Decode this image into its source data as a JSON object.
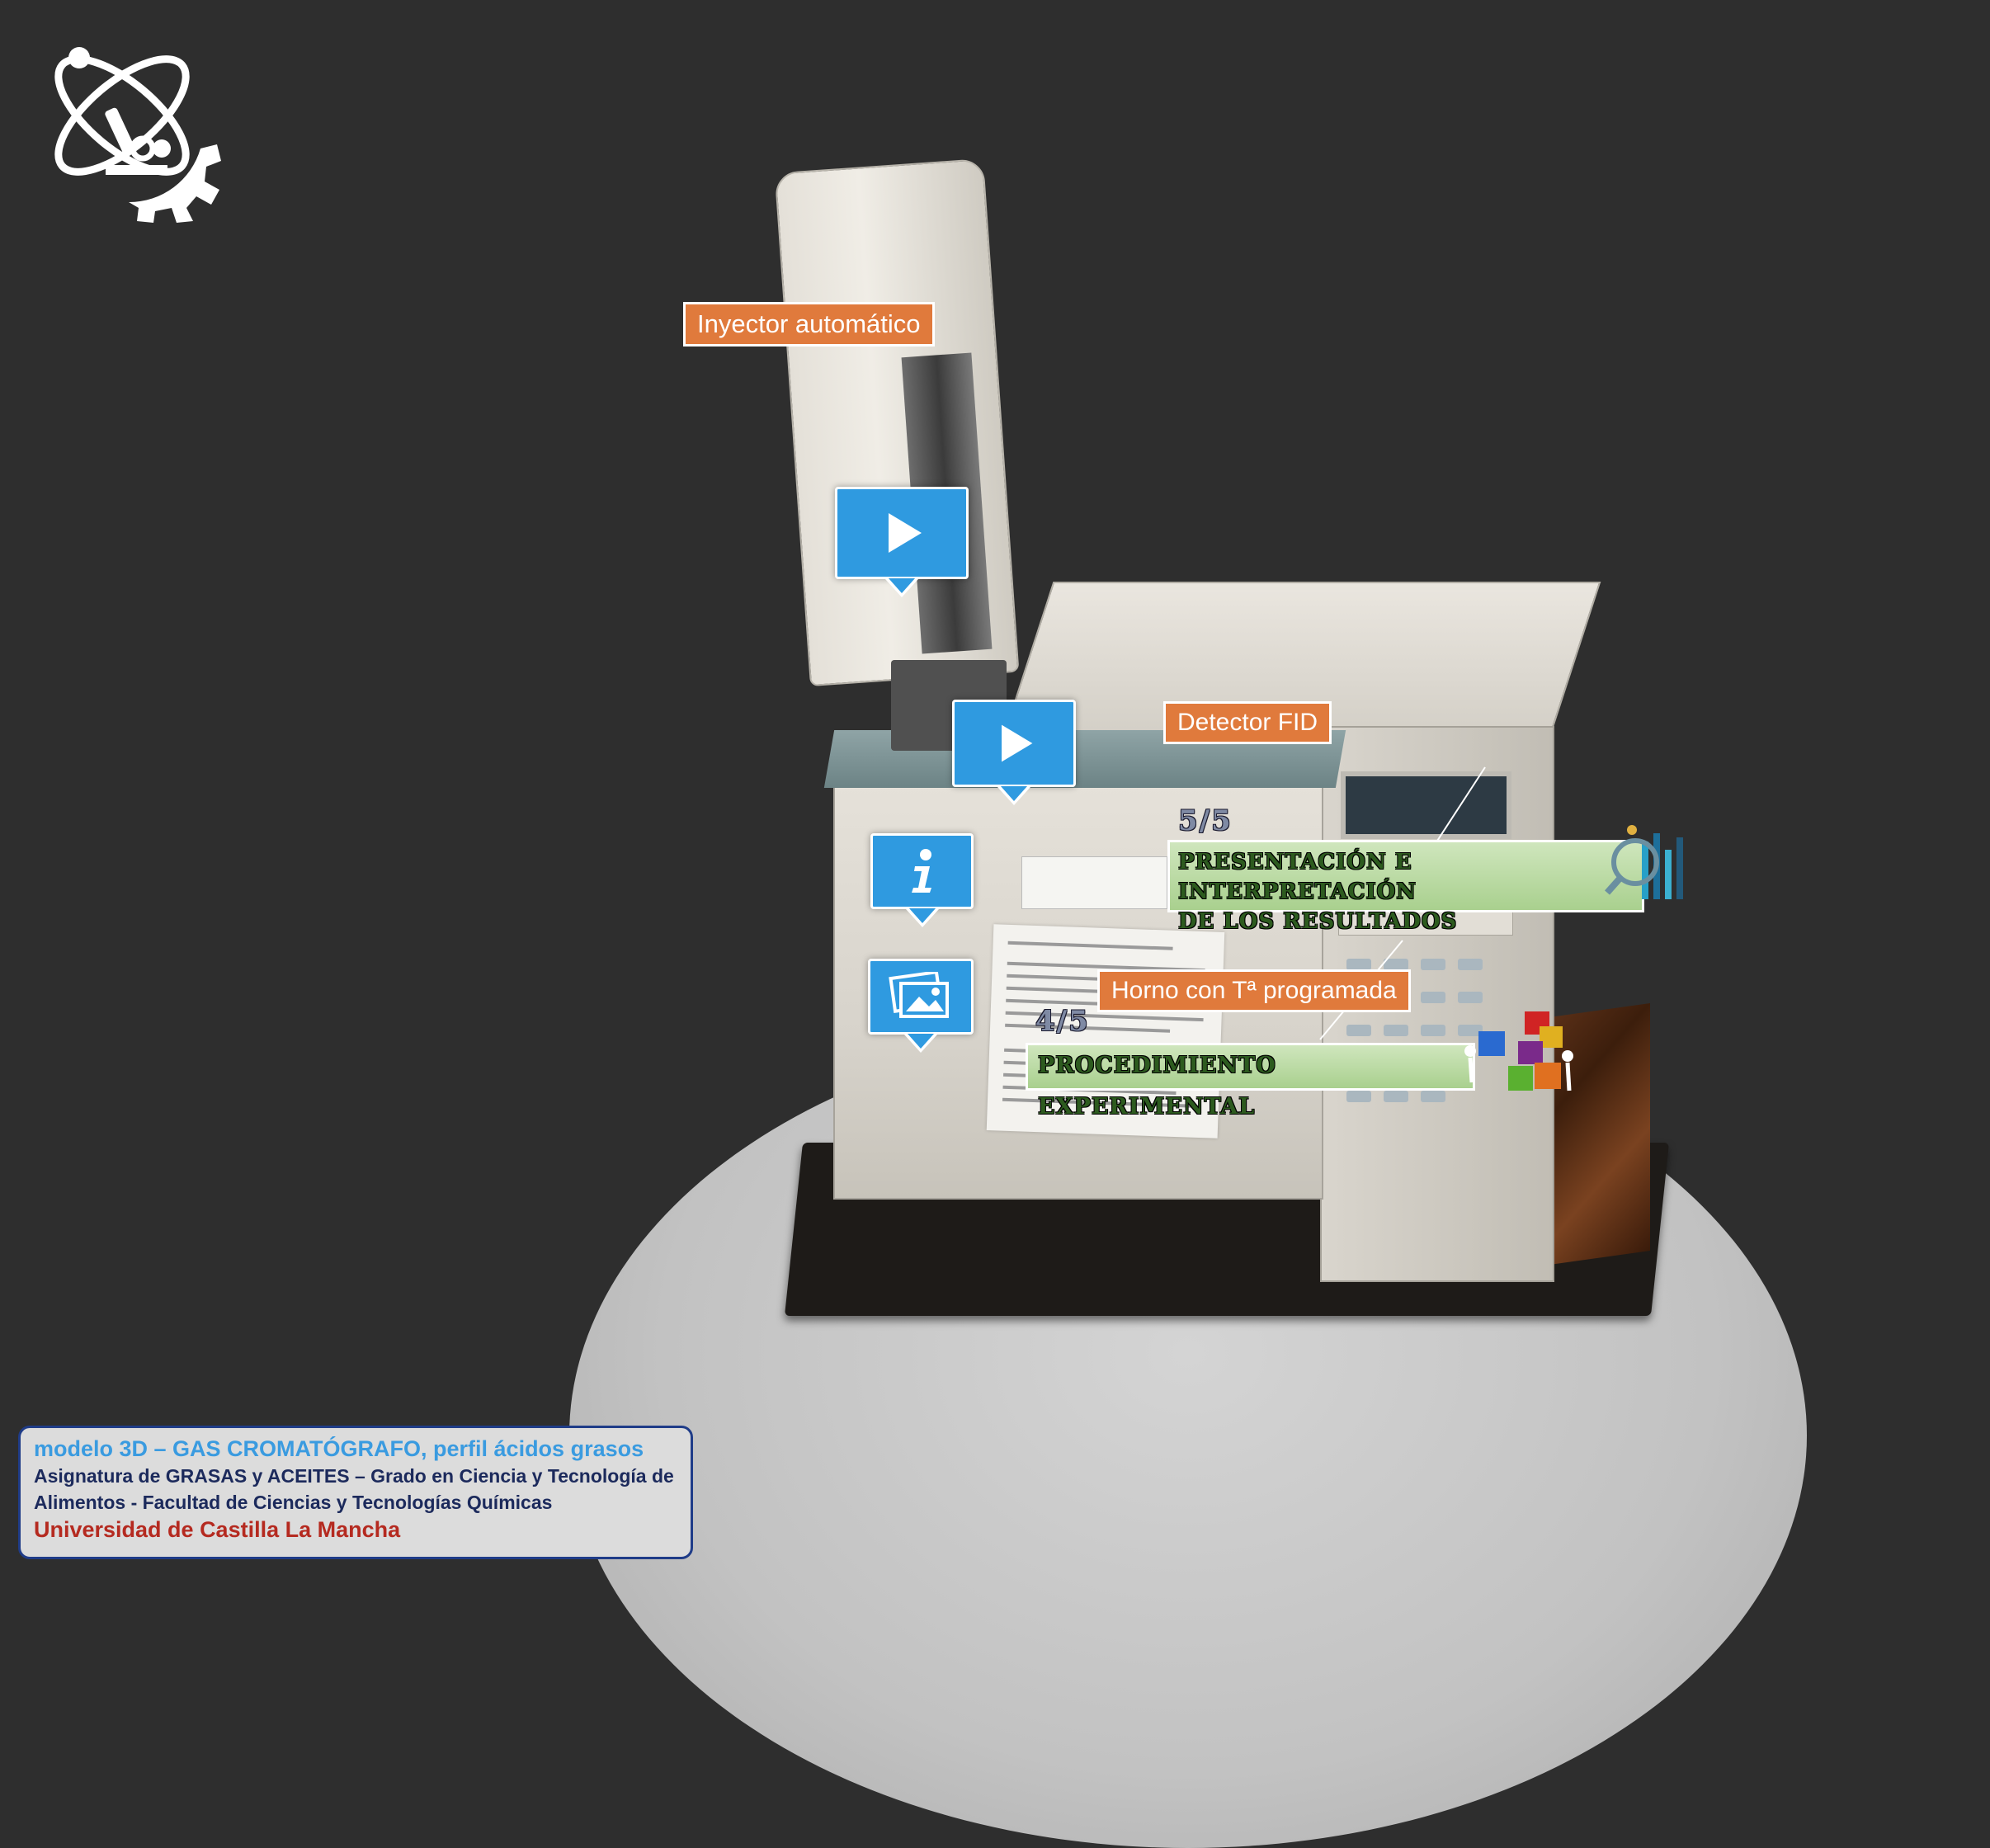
{
  "labels": {
    "inyector": "Inyector automático",
    "detector": "Detector FID",
    "horno": "Horno con Tª programada"
  },
  "steps": {
    "step5": {
      "counter": "5/5",
      "line1": "PRESENTACIÓN E INTERPRETACIÓN",
      "line2": "DE LOS RESULTADOS"
    },
    "step4": {
      "counter": "4/5",
      "title": "PROCEDIMIENTO EXPERIMENTAL"
    }
  },
  "hotspots": {
    "video_icon": "play-icon",
    "info_icon": "info-icon",
    "gallery_icon": "image-gallery-icon"
  },
  "info_box": {
    "title": "modelo 3D – GAS CROMATÓGRAFO, perfil ácidos grasos",
    "line2": "Asignatura de GRASAS y ACEITES – Grado en Ciencia y Tecnología de",
    "line3": "Alimentos - Facultad de Ciencias y Tecnologías Químicas",
    "line4": "Universidad de Castilla La Mancha"
  },
  "colors": {
    "background": "#2e2e2e",
    "label_orange": "#e07a3c",
    "hotspot_blue": "#2f9ae0",
    "banner_green": "#a9d08e",
    "title_blue": "#3a9be0",
    "university_red": "#b52a20"
  }
}
